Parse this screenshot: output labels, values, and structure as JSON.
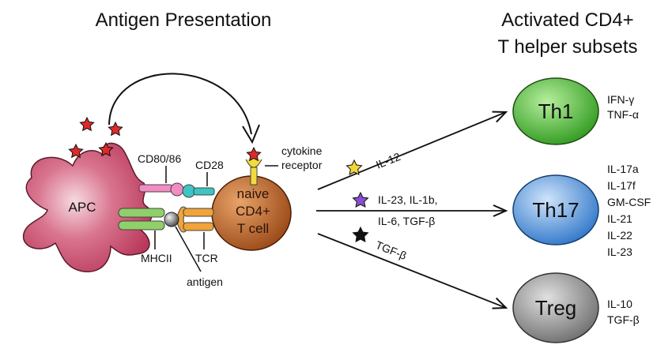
{
  "headings": {
    "left": "Antigen Presentation",
    "right_line1": "Activated CD4+",
    "right_line2": "T helper subsets"
  },
  "apc": {
    "label": "APC",
    "color": "#c8496b",
    "costim_ligand": "CD80/86",
    "mhc": "MHCII",
    "antigen": "antigen"
  },
  "tcell": {
    "line1": "naive",
    "line2": "CD4+",
    "line3": "T cell",
    "color": "#b8642c",
    "costim_receptor": "CD28",
    "tcr": "TCR",
    "cytokine_receptor_line1": "cytokine",
    "cytokine_receptor_line2": "receptor"
  },
  "pathways": [
    {
      "signal": "IL-12",
      "signal_line2": "",
      "star_color": "#f2d63a"
    },
    {
      "signal": "IL-23, IL-1b,",
      "signal_line2": "IL-6, TGF-β",
      "star_color": "#8a4fd0"
    },
    {
      "signal": "TGF-β",
      "signal_line2": "",
      "star_color": "#111111"
    }
  ],
  "subsets": [
    {
      "name": "Th1",
      "color": "#45b52e",
      "cytokines": [
        "IFN-γ",
        "TNF-α"
      ]
    },
    {
      "name": "Th17",
      "color": "#4f93df",
      "cytokines": [
        "IL-17a",
        "IL-17f",
        "GM-CSF",
        "IL-21",
        "IL-22",
        "IL-23"
      ]
    },
    {
      "name": "Treg",
      "color": "#8c8c8c",
      "cytokines": [
        "IL-10",
        "TGF-β"
      ]
    }
  ],
  "colors": {
    "red_star": "#e02a2a",
    "cd80": "#f28cc4",
    "cd28": "#3fc4c4",
    "mhc": "#8fd06a",
    "tcr": "#f0a43a",
    "cytokine_receptor": "#f2dc3c"
  }
}
